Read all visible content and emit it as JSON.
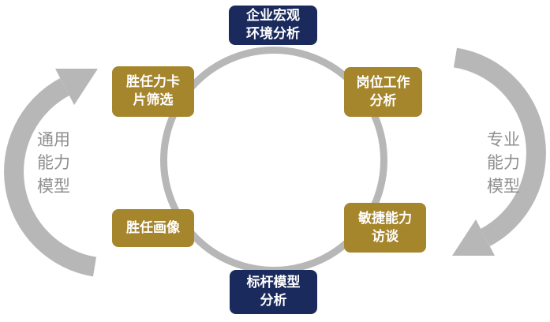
{
  "diagram": {
    "type": "circular-process",
    "nodes": {
      "top": {
        "label": "企业宏观\n环境分析",
        "style": "navy"
      },
      "top_left": {
        "label": "胜任力卡\n片筛选",
        "style": "gold"
      },
      "top_right": {
        "label": "岗位工作\n分析",
        "style": "gold"
      },
      "bottom_left": {
        "label": "胜任画像",
        "style": "gold"
      },
      "bottom_right": {
        "label": "敏捷能力\n访谈",
        "style": "gold"
      },
      "bottom": {
        "label": "标杆模型\n分析",
        "style": "navy"
      }
    },
    "side_labels": {
      "left": "通用\n能力\n模型",
      "right": "专业\n能力\n模型"
    },
    "colors": {
      "navy": "#1a2a5c",
      "gold": "#a6862c",
      "ring_gray": "#b7b7b7",
      "side_text_gray": "#8f8f8f"
    }
  }
}
